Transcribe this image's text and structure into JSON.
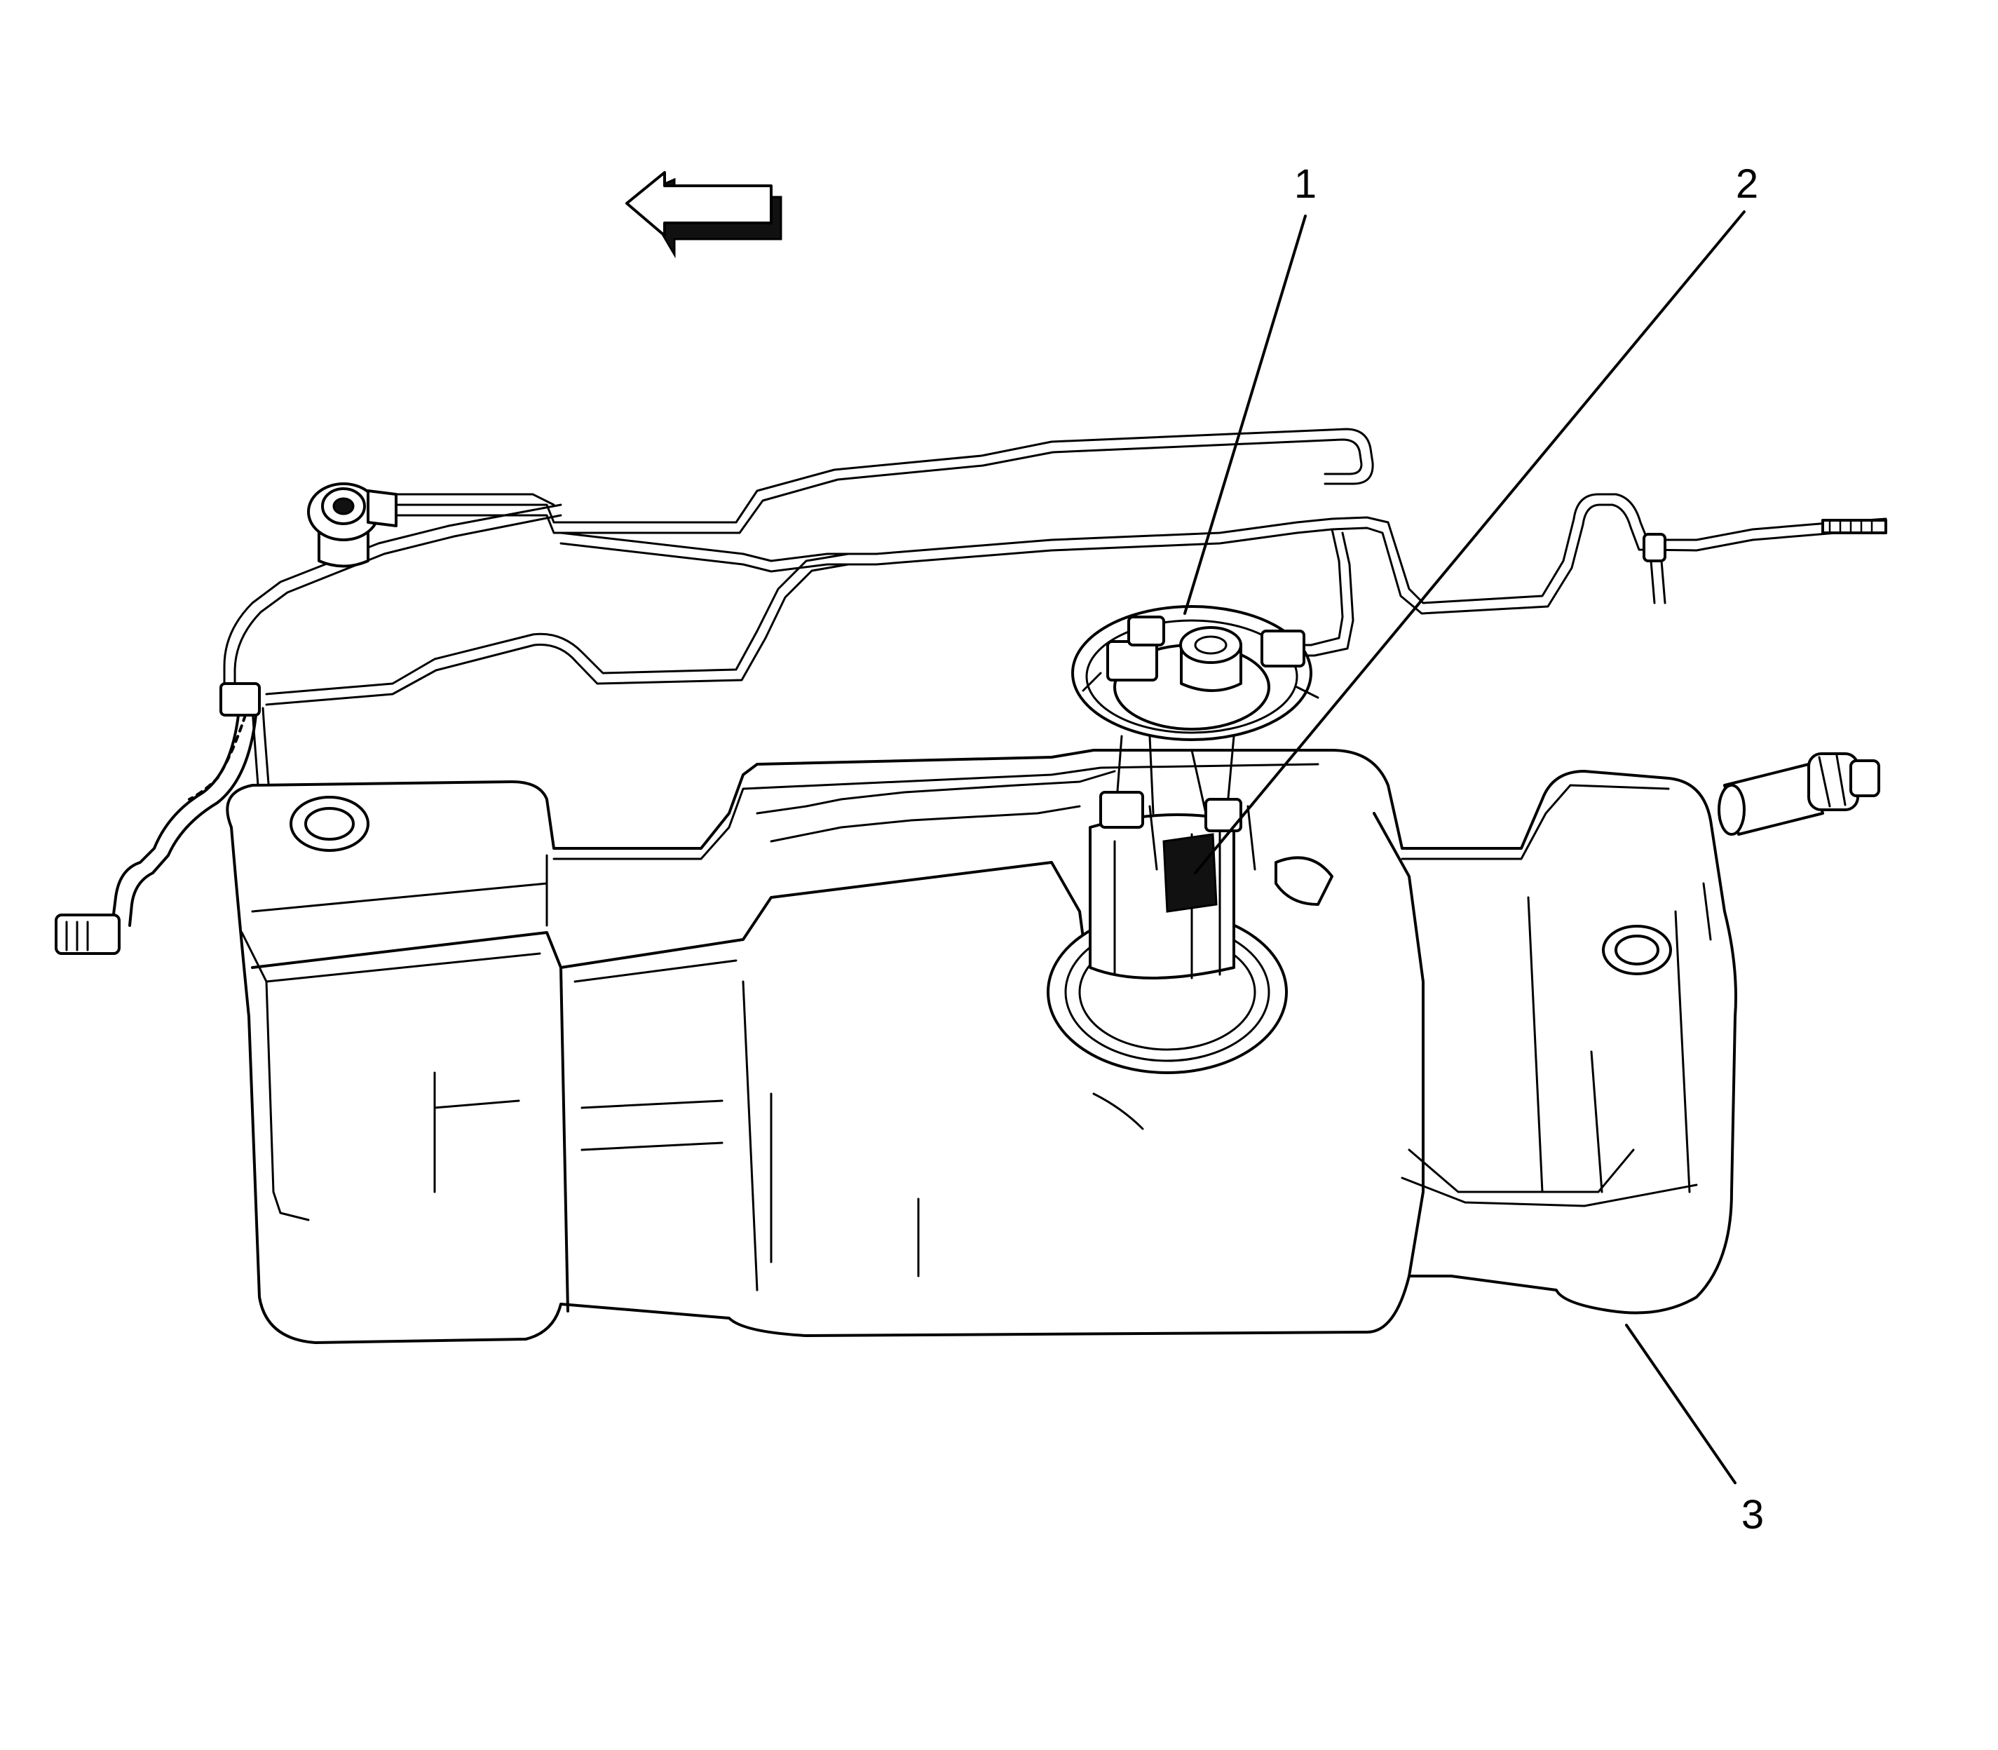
{
  "figure": {
    "direction_arrow_icon": "arrow-left-icon",
    "line_color": "#000000",
    "background_color": "#ffffff"
  },
  "callouts": [
    {
      "id": "1",
      "label": "1"
    },
    {
      "id": "2",
      "label": "2"
    },
    {
      "id": "3",
      "label": "3"
    }
  ]
}
